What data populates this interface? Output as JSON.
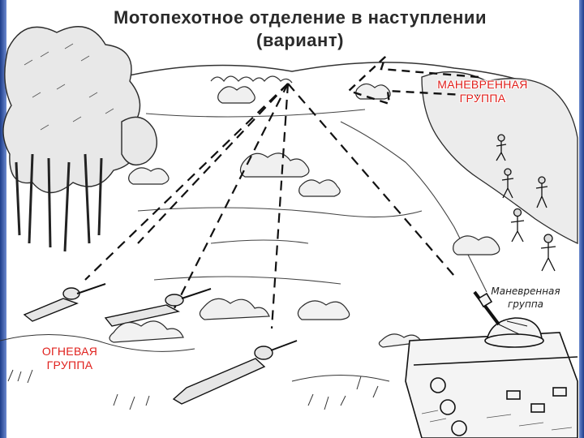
{
  "title": {
    "line1": "Мотопехотное отделение в наступлении",
    "line2": "(вариант)"
  },
  "labels": {
    "maneuver_red_line1": "МАНЕВРЕННАЯ",
    "maneuver_red_line2": "ГРУППА",
    "fire_red_line1": "ОГНЕВАЯ",
    "fire_red_line2": "ГРУППА",
    "maneuver_hand_line1": "Маневренная",
    "maneuver_hand_line2": "группа"
  },
  "colors": {
    "label_red": "#e0201c",
    "frame_blue": "#1d3d8a",
    "ink": "#222222"
  }
}
